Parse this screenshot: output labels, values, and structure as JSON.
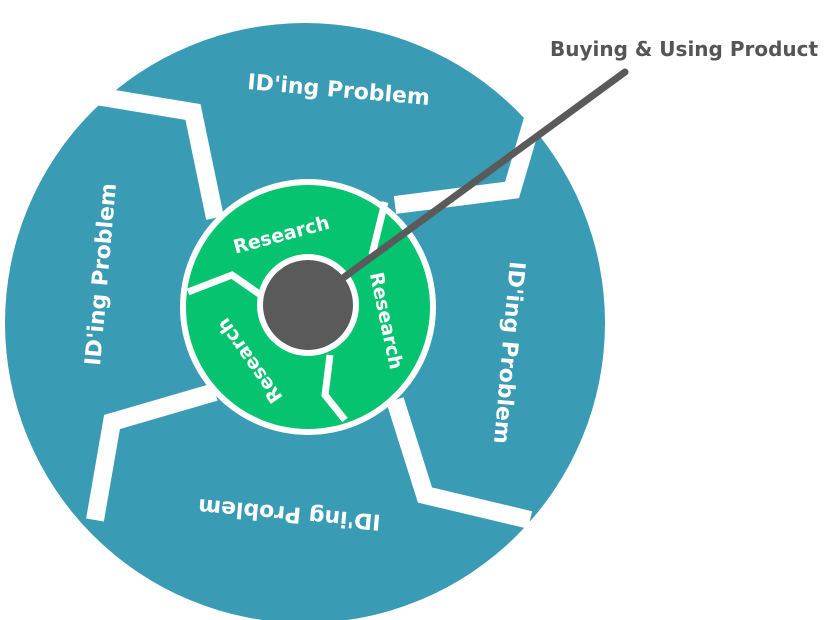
{
  "colors": {
    "outer_ring": "#3a9bb4",
    "inner_ring": "#06c36f",
    "gap": "#ffffff",
    "center": "#5a5a5a",
    "pointer": "#5a5a5a",
    "callout_text": "#555555"
  },
  "outer_segments": [
    {
      "label": "ID'ing Problem"
    },
    {
      "label": "ID'ing Problem"
    },
    {
      "label": "ID'ing Problem"
    },
    {
      "label": "ID'ing Problem"
    }
  ],
  "inner_segments": [
    {
      "label": "Research"
    },
    {
      "label": "Research"
    },
    {
      "label": "Research"
    }
  ],
  "callout": {
    "label": "Buying & Using Product"
  }
}
